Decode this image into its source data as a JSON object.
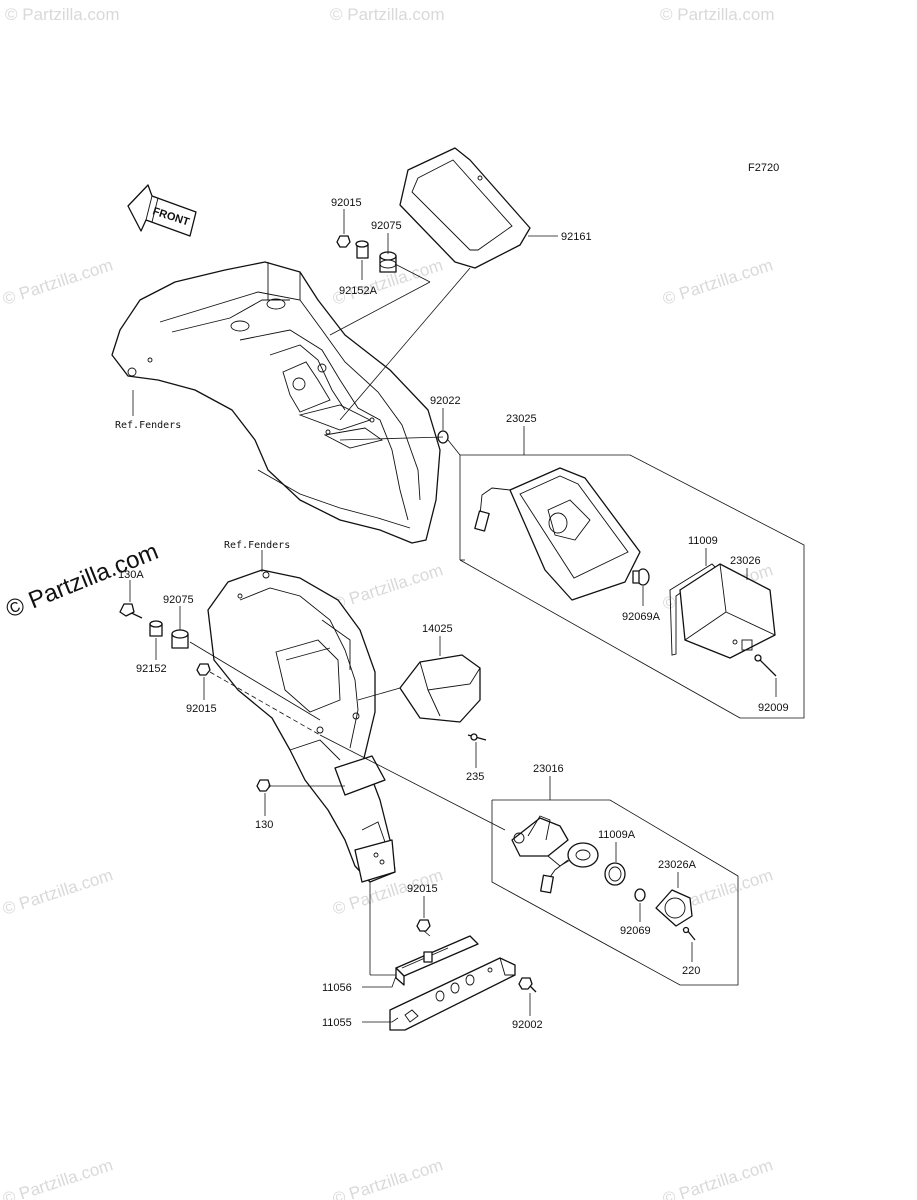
{
  "figure_id": "F2720",
  "front_badge": "FRONT",
  "watermark": {
    "text": "© Partzilla.com",
    "large_text": "© Partzilla.com"
  },
  "refs": {
    "fenders_top": "Ref.Fenders",
    "fenders_lower": "Ref.Fenders"
  },
  "parts": {
    "p92015_top": "92015",
    "p92075_top": "92075",
    "p92152A": "92152A",
    "p92161": "92161",
    "p92022": "92022",
    "p23025": "23025",
    "p11009": "11009",
    "p23026": "23026",
    "p92069A": "92069A",
    "p92009": "92009",
    "p130A": "130A",
    "p92075_mid": "92075",
    "p92152": "92152",
    "p92015_mid": "92015",
    "p14025": "14025",
    "p235": "235",
    "p130": "130",
    "p23016": "23016",
    "p11009A": "11009A",
    "p23026A": "23026A",
    "p92069": "92069",
    "p220": "220",
    "p92015_low": "92015",
    "p11056": "11056",
    "p11055": "11055",
    "p92002": "92002"
  }
}
